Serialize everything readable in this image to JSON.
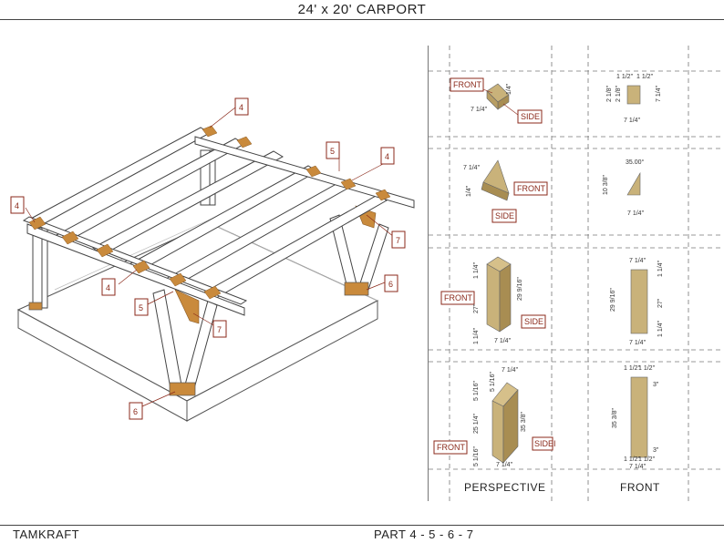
{
  "header": {
    "title": "24' x 20' CARPORT"
  },
  "footer": {
    "brand": "TAMKRAFT",
    "part": "PART 4 - 5 - 6 - 7"
  },
  "columns": {
    "perspective": "PERSPECTIVE",
    "front": "FRONT"
  },
  "callouts": [
    "4",
    "4",
    "4",
    "4",
    "5",
    "5",
    "7",
    "7",
    "6",
    "6"
  ],
  "labels": {
    "front": "FRONT",
    "side": "SIDE",
    "side_alt": "SIDEI"
  },
  "part4": {
    "persp_dims": [
      "1/4\"",
      "7 1/4\""
    ],
    "front_dims": [
      "1 1/2\"",
      "1 1/2\"",
      "2 1/8\"",
      "2 1/8\"",
      "7 1/4\"",
      "7 1/4\""
    ]
  },
  "part5": {
    "persp_dims": [
      "7 1/4\"",
      "1/4\""
    ],
    "front_dims": [
      "35.00°",
      "10 3/8\"",
      "7 1/4\""
    ]
  },
  "part6": {
    "persp_dims": [
      "1 1/4\"",
      "27\"",
      "29 9/16\"",
      "1 1/4\"",
      "7 1/4\""
    ],
    "front_dims": [
      "7 1/4\"",
      "1 1/4\"",
      "29 9/16\"",
      "27\"",
      "1 1/4\"",
      "7 1/4\""
    ]
  },
  "part7": {
    "persp_dims": [
      "7 1/4\"",
      "5 1/16\"",
      "5 1/16\"",
      "25 1/4\"",
      "35 3/8\"",
      "5 1/16\"",
      "7 1/4\""
    ],
    "front_dims": [
      "1 1/2\"",
      "1 1/2\"",
      "3\"",
      "35 3/8\"",
      "3\"",
      "1 1/2\"",
      "1 1/2\"",
      "7 1/4\""
    ]
  },
  "colors": {
    "wood": "#c9b27a",
    "woodDark": "#a88d52",
    "joint": "#c98a3c",
    "accent": "#8b2a1b"
  }
}
